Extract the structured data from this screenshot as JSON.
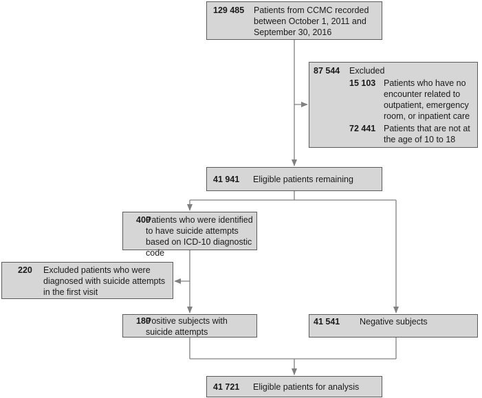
{
  "boxes": {
    "start": {
      "count": "129 485",
      "text": "Patients from CCMC recorded between October 1, 2011 and September 30, 2016"
    },
    "excluded": {
      "count": "87 544",
      "text": "Excluded",
      "sub": [
        {
          "count": "15 103",
          "text": "Patients who have no encounter related to outpatient, emergency room, or inpatient care"
        },
        {
          "count": "72 441",
          "text": "Patients that are not at the age of 10 to 18"
        }
      ]
    },
    "eligible": {
      "count": "41 941",
      "text": "Eligible patients remaining"
    },
    "identified": {
      "count": "400",
      "text": "Patients who were identified to have suicide attempts based on ICD-10 diagnostic code"
    },
    "firstvisit": {
      "count": "220",
      "text": "Excluded patients who were diagnosed with suicide attempts in the first visit"
    },
    "positive": {
      "count": "180",
      "text": "Positive subjects with suicide attempts"
    },
    "negative": {
      "count": "41 541",
      "text": "Negative subjects"
    },
    "analysis": {
      "count": "41 721",
      "text": "Eligible patients for analysis"
    }
  },
  "colors": {
    "box_fill": "#d6d6d6",
    "box_border": "#5a5a5a",
    "connector": "#808080"
  }
}
